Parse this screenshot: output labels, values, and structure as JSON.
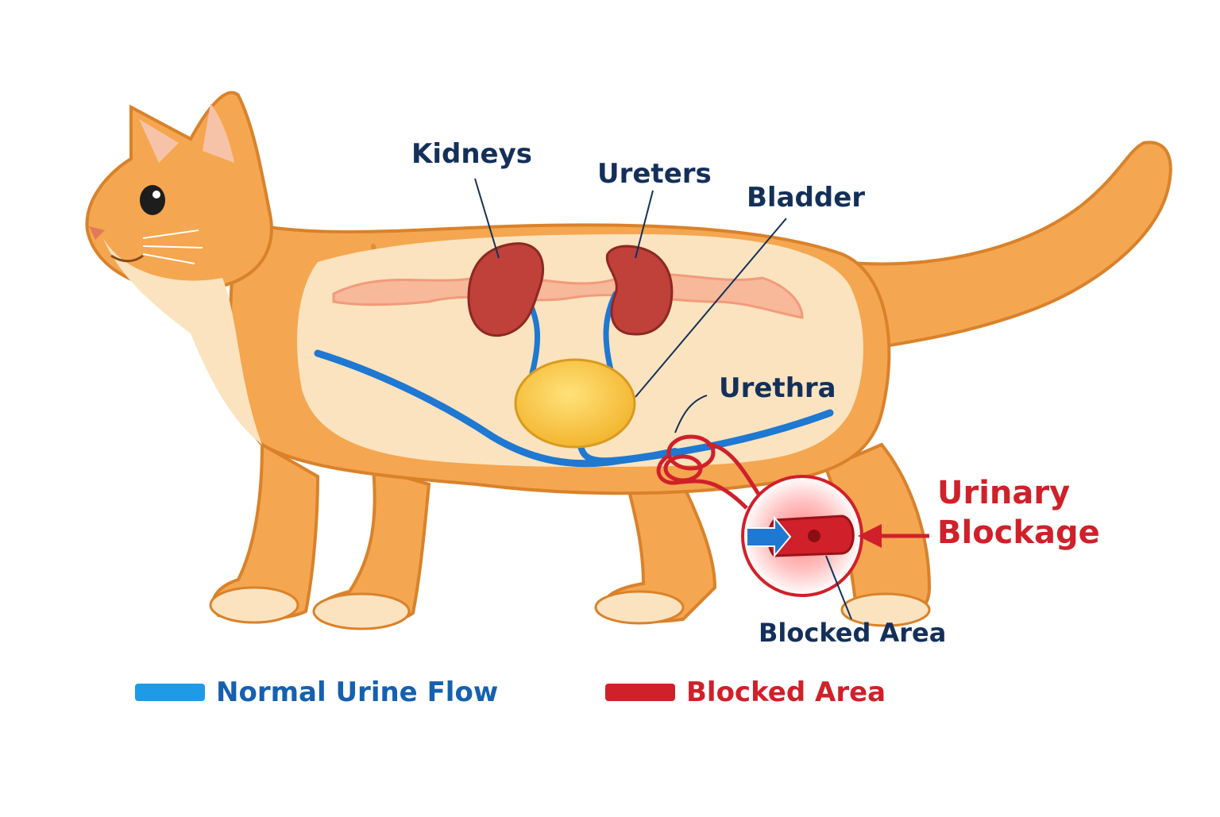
{
  "labels": {
    "kidneys": "Kidneys",
    "ureters": "Ureters",
    "bladder": "Bladder",
    "urethra": "Urethra",
    "urinary_line1": "Urinary",
    "urinary_line2": "Blockage",
    "blocked_area": "Blocked Area"
  },
  "legend": {
    "normal": "Normal Urine Flow",
    "blocked": "Blocked Area"
  },
  "colors": {
    "label_navy": "#14305a",
    "alert_red": "#d0202a",
    "flow_blue": "#1f78d1",
    "fur_orange": "#f5a650",
    "fur_outline": "#d9822b",
    "belly_cream": "#fbe3bf",
    "kidney_red": "#c0403a",
    "bladder_yellow": "#f7c344"
  },
  "icons": [
    "cat-illustration",
    "kidney-shape",
    "bladder-shape",
    "blockage-magnifier"
  ]
}
